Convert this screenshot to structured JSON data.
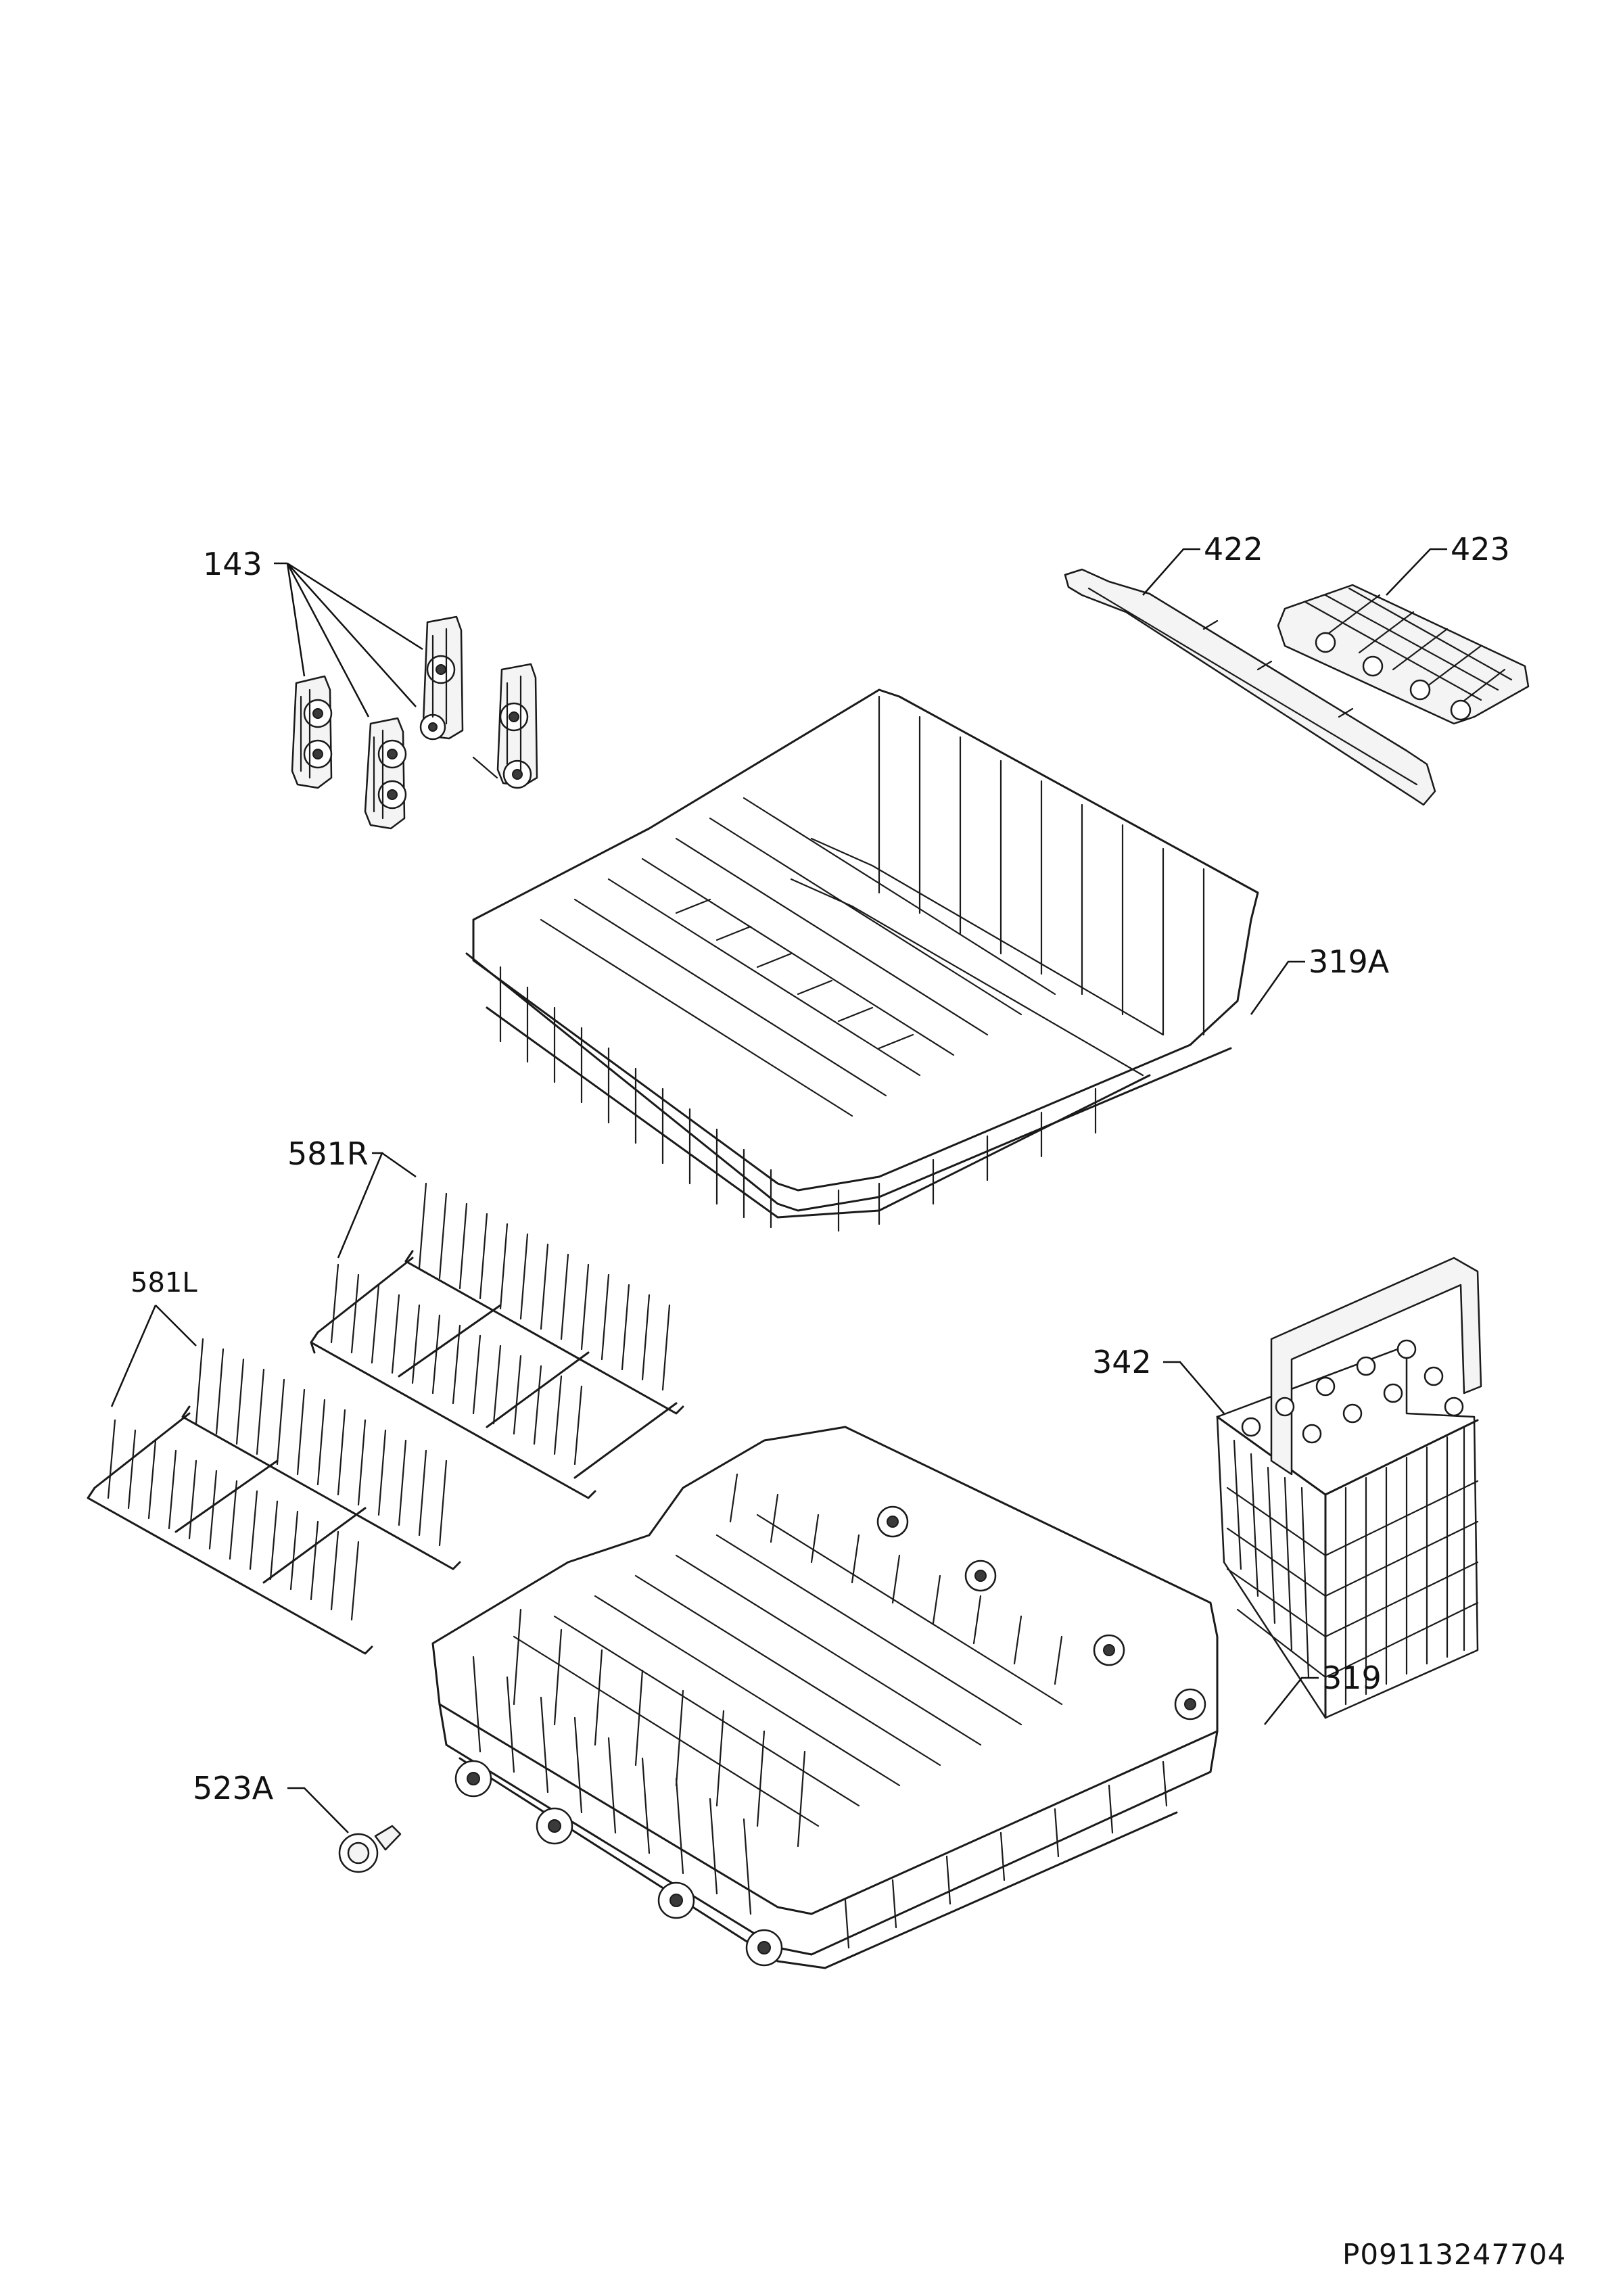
{
  "drawing_code": "P09113247704",
  "callouts": {
    "c143": "143",
    "c422": "422",
    "c423": "423",
    "c319a": "319A",
    "c581r": "581R",
    "c581l": "581L",
    "c342": "342",
    "c319": "319",
    "c523a": "523A"
  }
}
